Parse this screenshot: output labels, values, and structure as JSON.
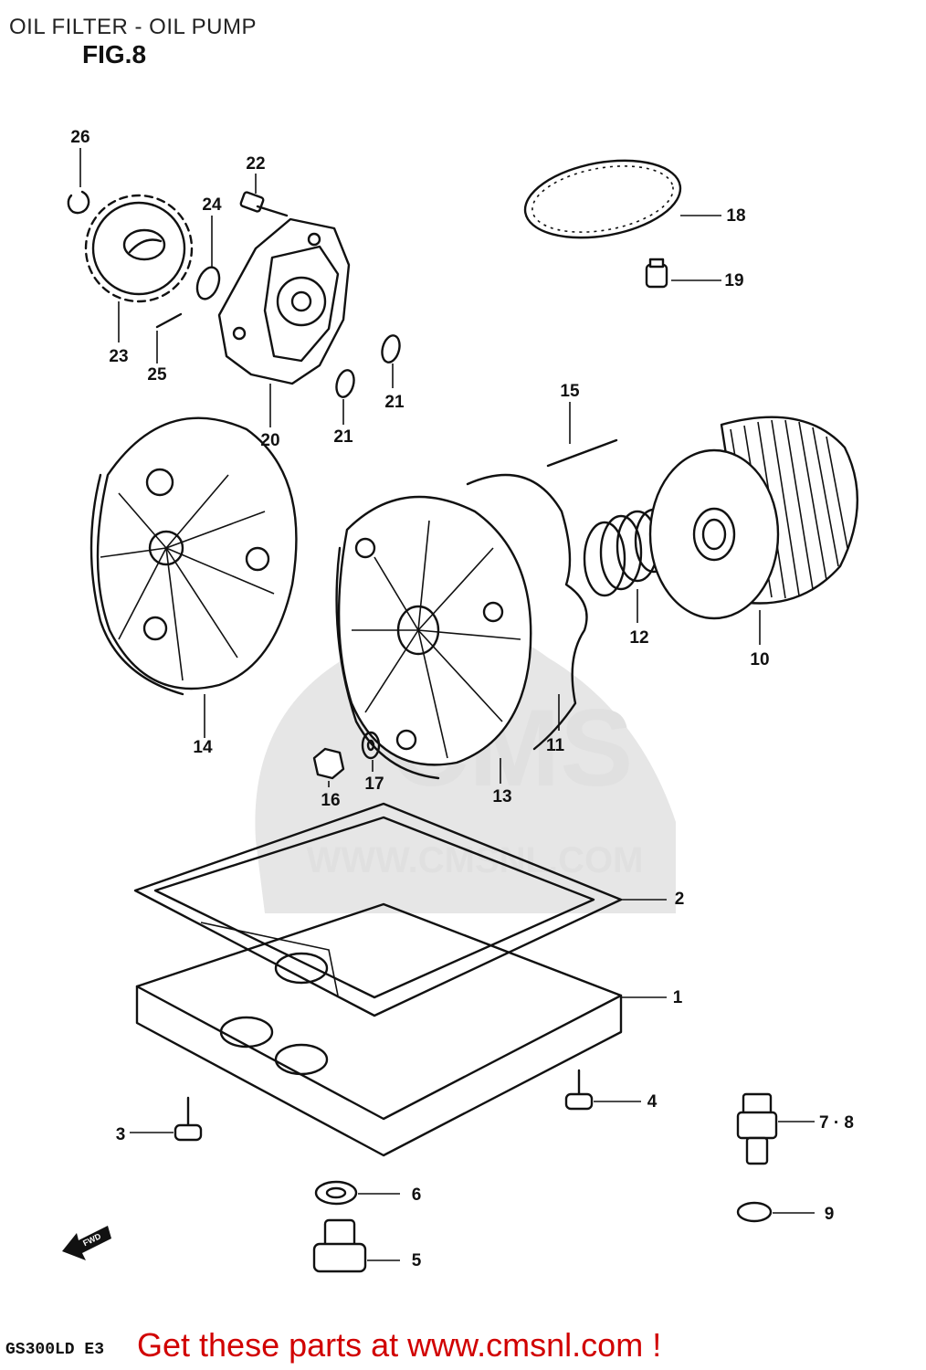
{
  "header": {
    "title": "OIL FILTER - OIL PUMP",
    "figure": "FIG.8"
  },
  "watermark": {
    "logo": "CMS",
    "url": "WWW.CMSNL.COM"
  },
  "parts": {
    "p1": "1",
    "p2": "2",
    "p3": "3",
    "p4": "4",
    "p5": "5",
    "p6": "6",
    "p78": "7 · 8",
    "p9": "9",
    "p10": "10",
    "p11": "11",
    "p12": "12",
    "p13": "13",
    "p14": "14",
    "p15": "15",
    "p16": "16",
    "p17": "17",
    "p18": "18",
    "p19": "19",
    "p20": "20",
    "p21a": "21",
    "p21b": "21",
    "p22": "22",
    "p23": "23",
    "p24": "24",
    "p25": "25",
    "p26": "26"
  },
  "fwd_marker": "FWD",
  "footer": {
    "model_code": "GS300LD E3",
    "cta": "Get these parts at www.cmsnl.com !",
    "cta_color": "#d10000"
  }
}
